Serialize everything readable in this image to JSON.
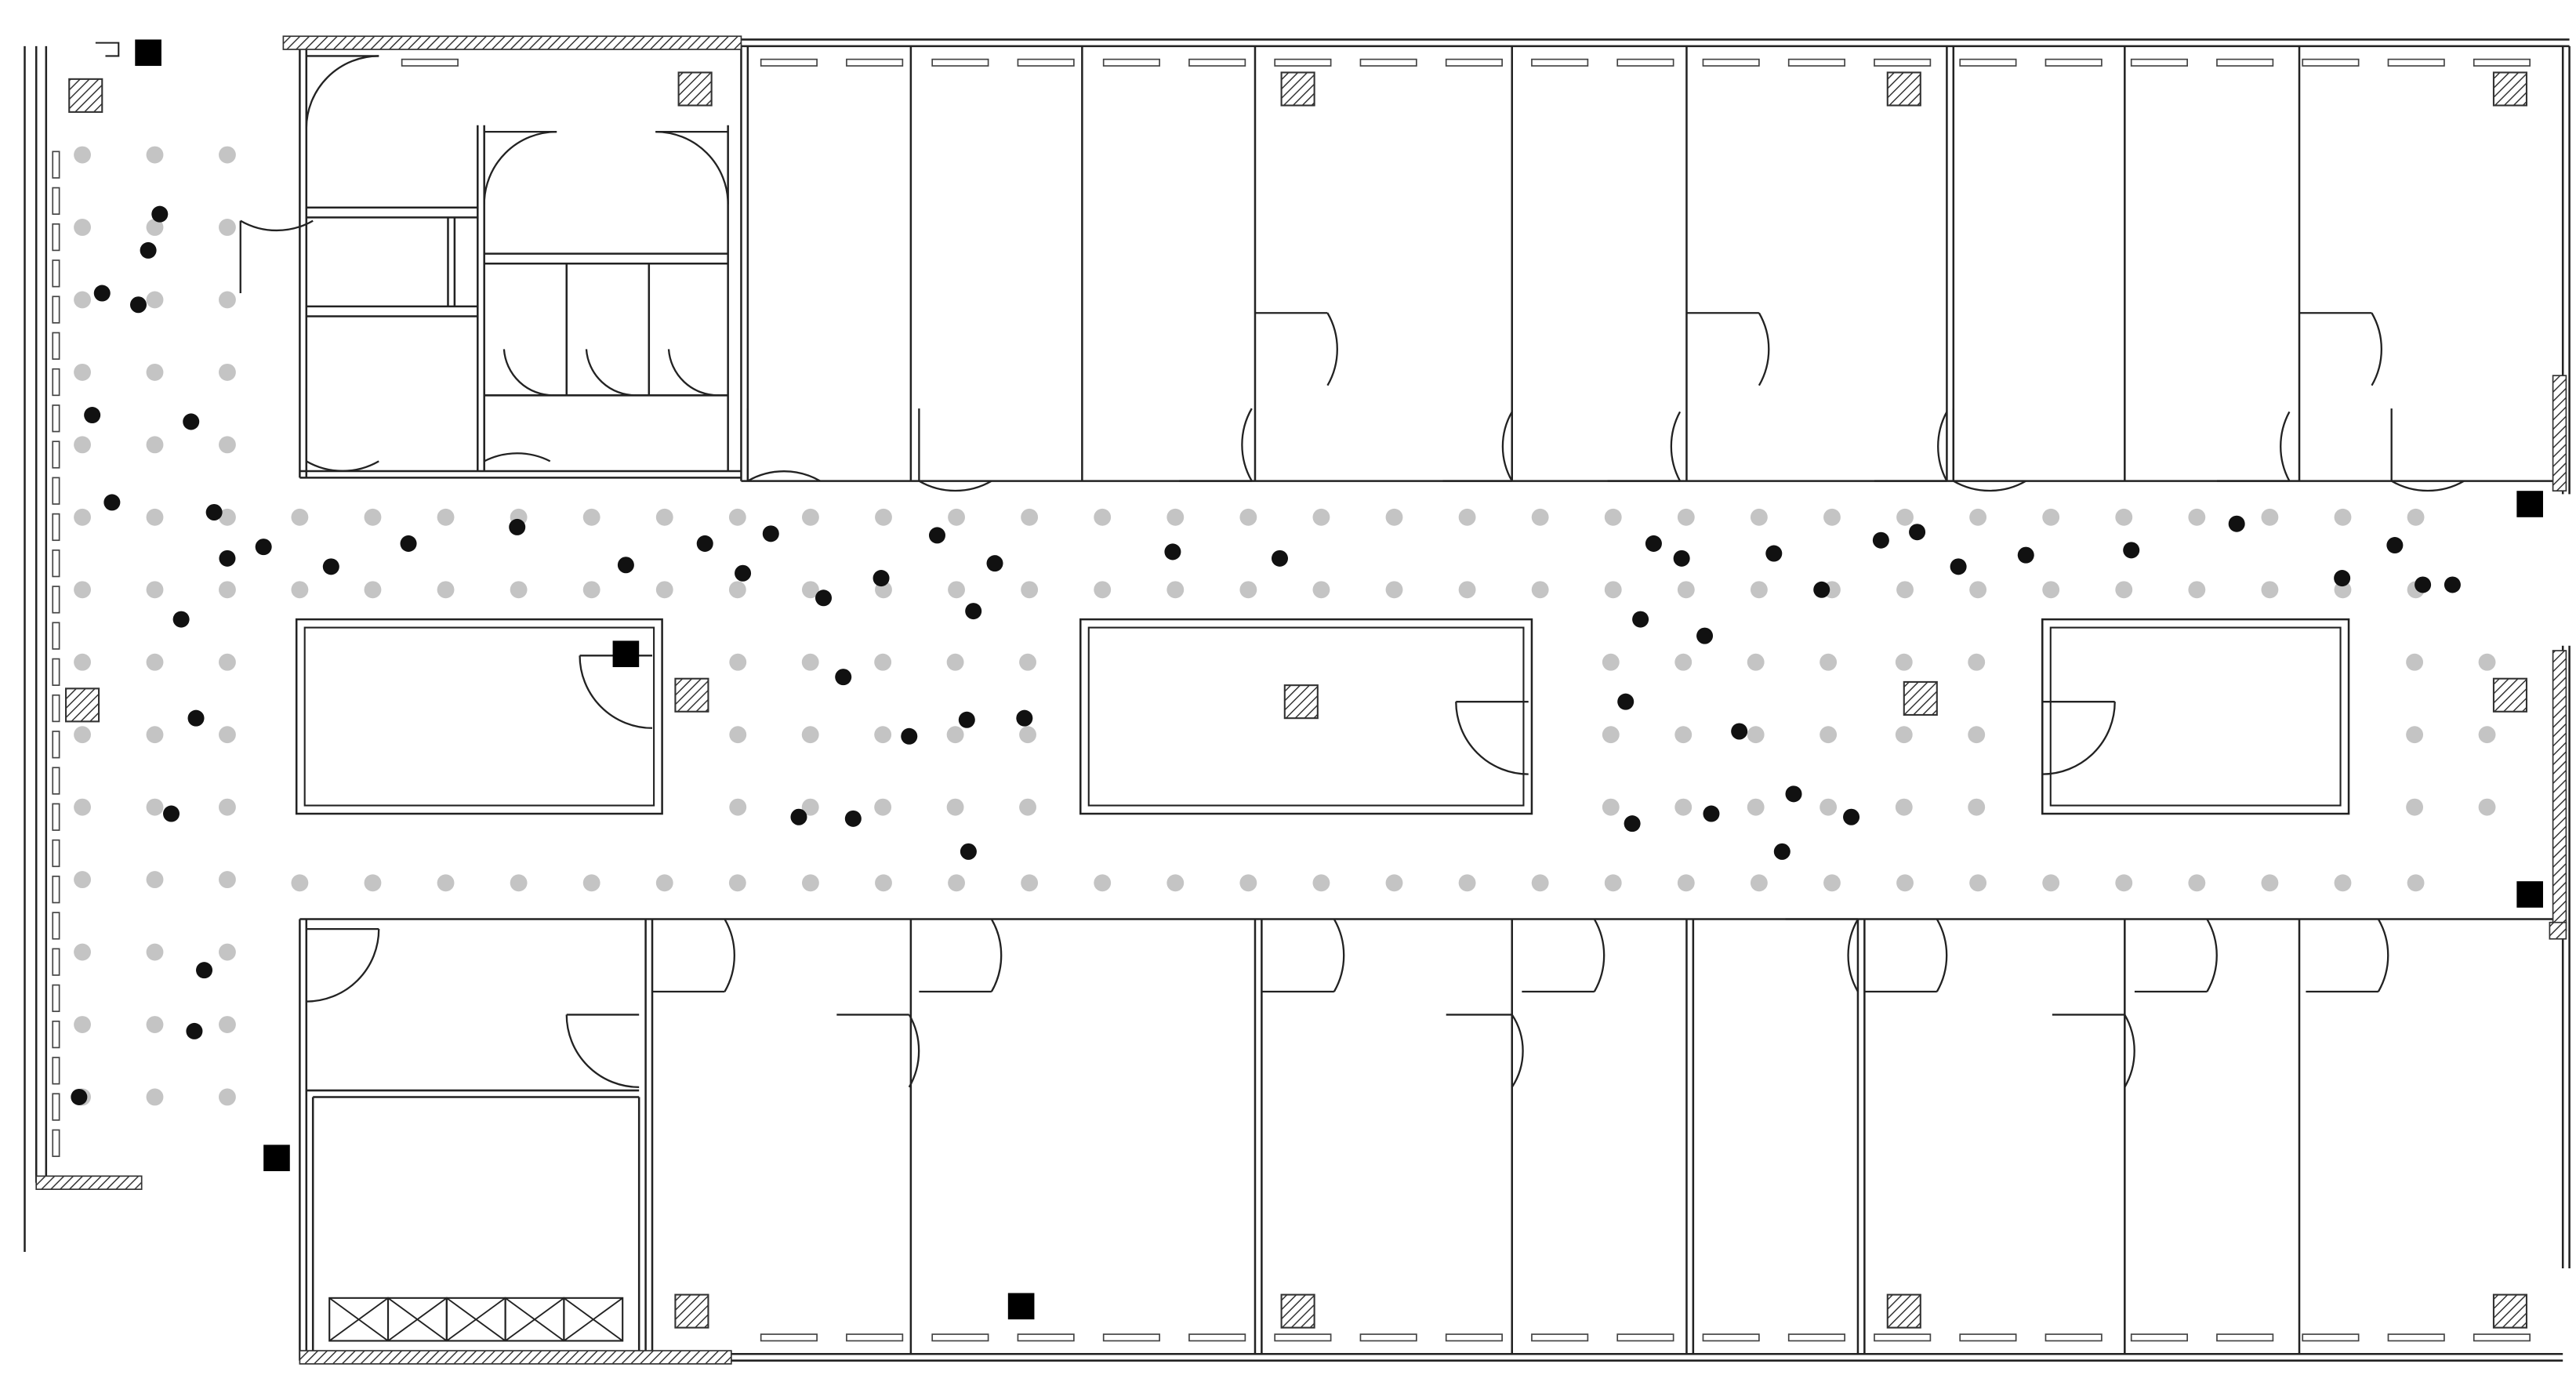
{
  "colors": {
    "background": "#ffffff",
    "wall": "#222222",
    "grid_dot": "#c4c4c4",
    "sample_dot": "#111111",
    "anchor": "#000000",
    "hatch": "#333333"
  },
  "legend_symbols": {
    "grid_point": "light-gray-dot",
    "sample_point": "black-dot",
    "anchor": "black-square",
    "column": "hatched-square"
  }
}
